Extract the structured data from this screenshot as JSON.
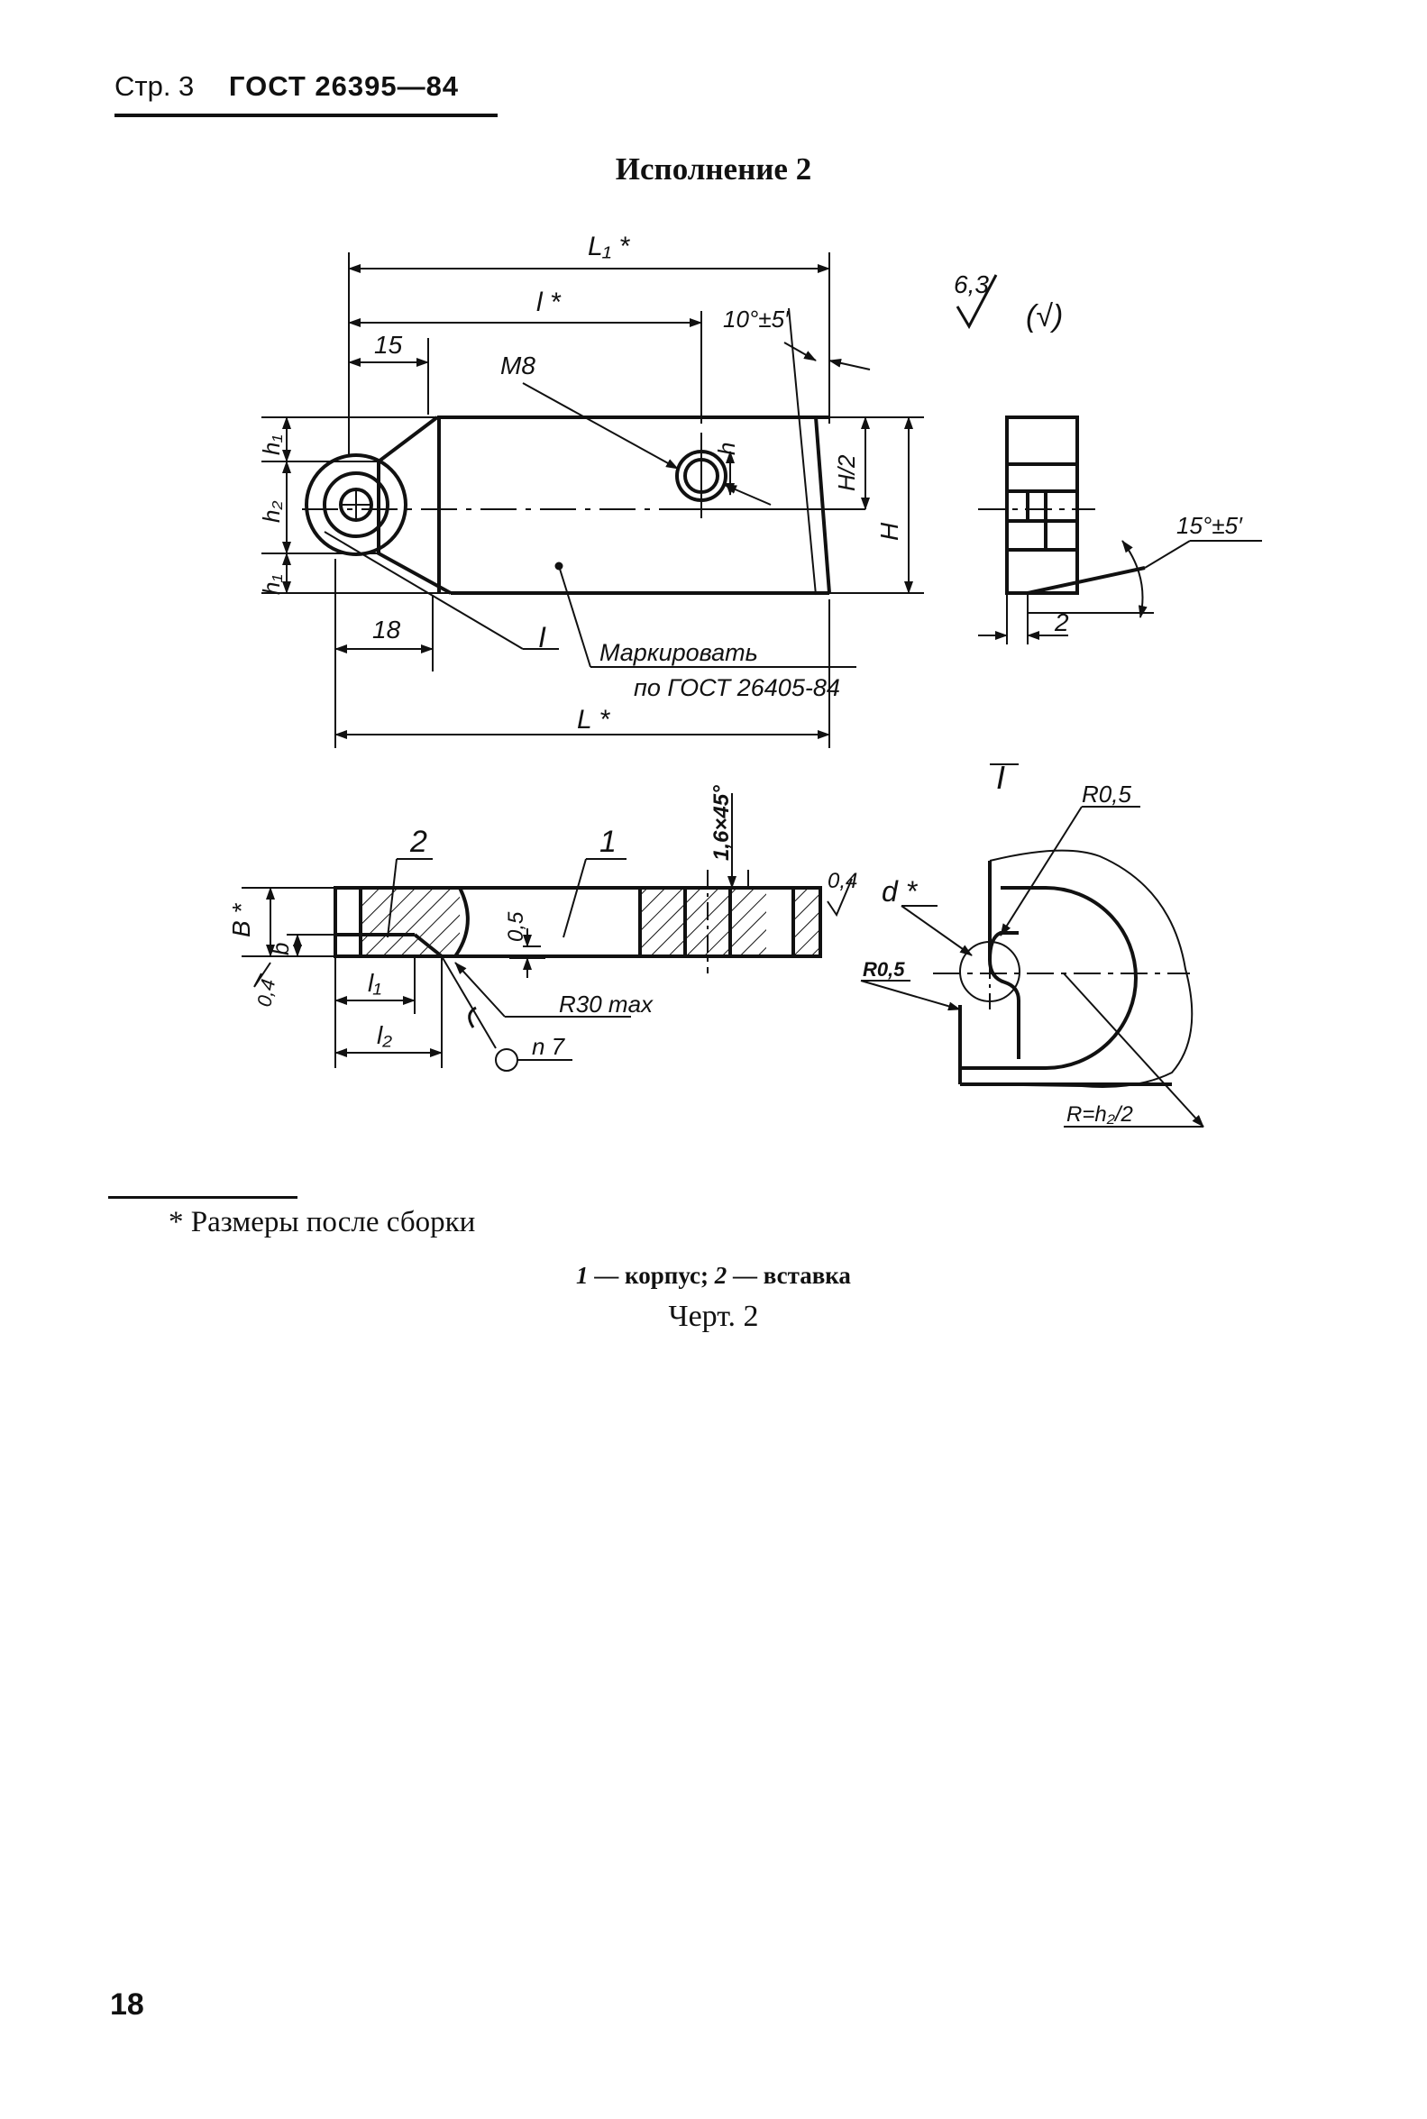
{
  "header": {
    "page_ref": "Стр. 3",
    "standard": "ГОСТ 26395—84"
  },
  "variant_title": "Исполнение 2",
  "drawing": {
    "labels": {
      "L1": "L₁ *",
      "l": "l *",
      "d15": "15",
      "d18": "18",
      "m8": "M8",
      "angle10": "10°±5′",
      "h_small": "h",
      "h_half": "H/2",
      "H": "H",
      "h1_top": "h₁",
      "h2": "h₂",
      "h1_bot": "h₁",
      "callout_I": "I",
      "mark_line1": "Маркировать",
      "mark_line2": "по ГОСТ 26405-84",
      "L": "L *",
      "rough_val": "6,3",
      "rough_paren": "(√)",
      "angle15": "15°±5′",
      "dim2": "2",
      "pos2": "2",
      "pos1": "1",
      "chamfer": "1,6×45°",
      "B": "B *",
      "b": "b",
      "r04_left": "0,4",
      "d05": "0,5",
      "l1": "l₁",
      "l2": "l₂",
      "r30": "R30 max",
      "n7": "n 7",
      "detail_I": "I",
      "r05_top": "R0,5",
      "r04_det": "0,4",
      "d_star": "d *",
      "r05_left": "R0,5",
      "r_h2": "R=h₂/2"
    }
  },
  "footnote": "* Размеры после сборки",
  "legend": {
    "n1": "1",
    "t1": "— корпус;",
    "n2": "2",
    "t2": "— вставка"
  },
  "caption": "Черт. 2",
  "page_number": "18"
}
